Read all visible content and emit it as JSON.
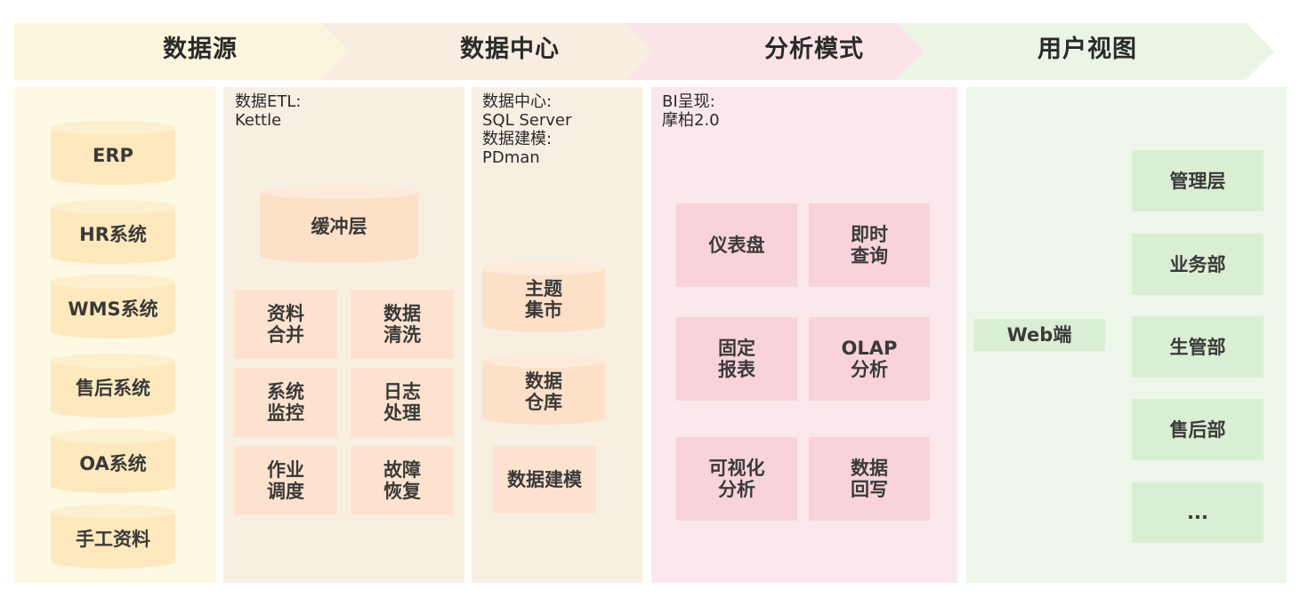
{
  "headers": [
    "数据源",
    "数据中心",
    "分析模式",
    "用户视图"
  ],
  "colors": {
    "stage1": "#fdf9e3",
    "stage2": "#f8efe3",
    "stage3": "#fbe8ec",
    "stage4": "#eef6ea",
    "header1": "#fbf6dd",
    "header2": "#f7ede0",
    "header3": "#fbe3e8",
    "header4": "#ebf5e6"
  },
  "sources": [
    "ERP",
    "HR系统",
    "WMS系统",
    "售后系统",
    "OA系统",
    "手工资料"
  ],
  "etl": {
    "note": "数据ETL:\nKettle",
    "buffer": "缓冲层",
    "tasks": [
      "资料\n合并",
      "数据\n清洗",
      "系统\n监控",
      "日志\n处理",
      "作业\n调度",
      "故障\n恢复"
    ]
  },
  "datacenter": {
    "note": "数据中心:\nSQL Server\n数据建模:\nPDman",
    "stores": [
      "主题\n集市",
      "数据\n仓库"
    ],
    "modeling": "数据建模"
  },
  "bi": {
    "note": "BI呈现:\n摩柏2.0",
    "modes": [
      "仪表盘",
      "即时\n查询",
      "固定\n报表",
      "OLAP\n分析",
      "可视化\n分析",
      "数据\n回写"
    ]
  },
  "users": {
    "channel": "Web端",
    "departments": [
      "管理层",
      "业务部",
      "生管部",
      "售后部",
      "..."
    ]
  }
}
